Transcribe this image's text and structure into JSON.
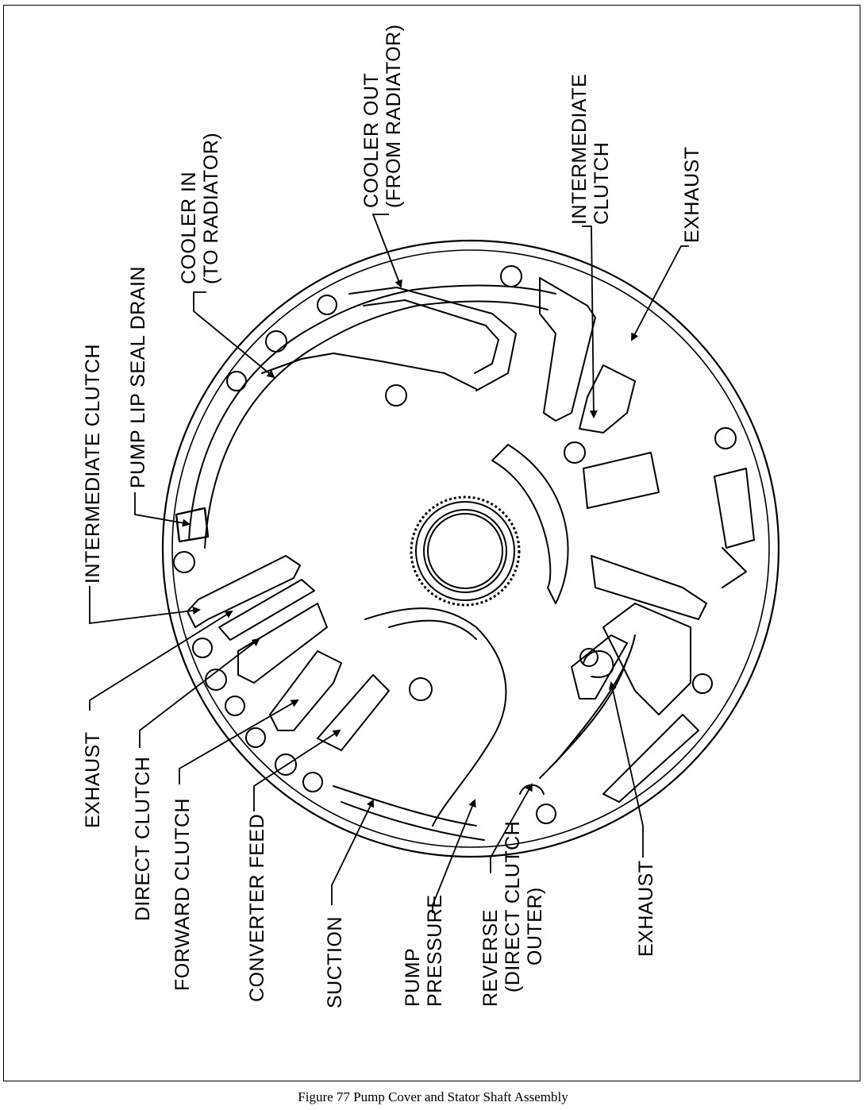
{
  "figure": {
    "caption": "Figure 77 Pump Cover and Stator Shaft Assembly"
  },
  "labels": {
    "intermediate_clutch_top": [
      "INTERMEDIATE",
      "CLUTCH"
    ],
    "exhaust_top": "EXHAUST",
    "cooler_out": [
      "COOLER OUT",
      "(FROM RADIATOR)"
    ],
    "cooler_in": [
      "COOLER IN",
      "(TO RADIATOR)"
    ],
    "pump_lip_seal_drain": "PUMP LIP SEAL DRAIN",
    "intermediate_clutch_left": "INTERMEDIATE CLUTCH",
    "exhaust_left": "EXHAUST",
    "direct_clutch": "DIRECT CLUTCH",
    "forward_clutch": "FORWARD CLUTCH",
    "converter_feed": "CONVERTER FEED",
    "suction": "SUCTION",
    "pump_pressure": [
      "PUMP",
      "PRESSURE"
    ],
    "reverse": [
      "REVERSE",
      "(DIRECT CLUTCH",
      "OUTER)"
    ],
    "exhaust_bottom": "EXHAUST"
  },
  "colors": {
    "line": "#000000",
    "background": "#ffffff"
  }
}
